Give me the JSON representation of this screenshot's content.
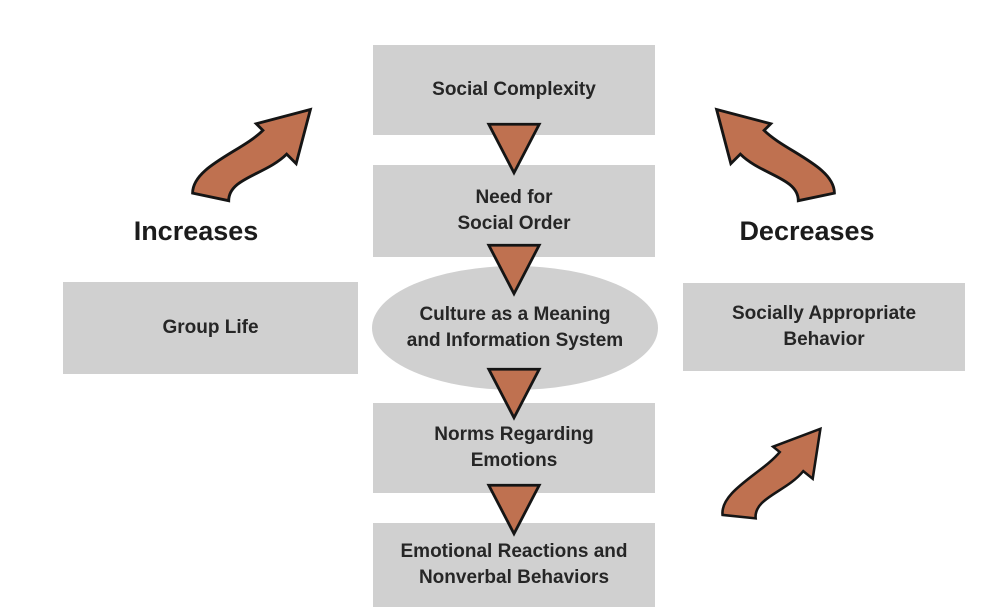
{
  "flow": {
    "nodes": [
      {
        "line1": "Social Complexity"
      },
      {
        "line1": "Need for",
        "line2": "Social Order"
      },
      {
        "line1": "Culture as a Meaning",
        "line2": "and Information System"
      },
      {
        "line1": "Norms Regarding",
        "line2": "Emotions"
      },
      {
        "line1": "Emotional Reactions and",
        "line2": "Nonverbal Behaviors"
      }
    ]
  },
  "left": {
    "label": "Increases",
    "box": {
      "line1": "Group Life"
    }
  },
  "right": {
    "label": "Decreases",
    "box": {
      "line1": "Socially Appropriate",
      "line2": "Behavior"
    }
  },
  "colors": {
    "node_fill": "#d0d0d0",
    "arrow_fill": "#bf7150",
    "arrow_outline": "#151515",
    "text": "#262626",
    "background": "#ffffff"
  }
}
